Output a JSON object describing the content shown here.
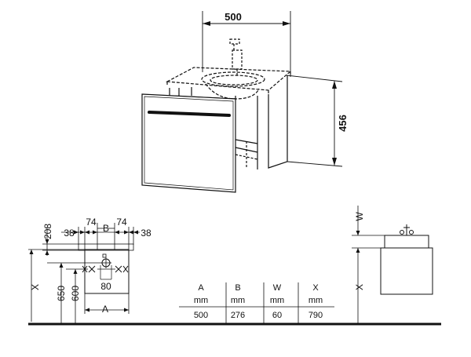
{
  "iso_view": {
    "width_label": "500",
    "height_label": "456"
  },
  "plan_view": {
    "label_208": "208",
    "label_38_left": "38",
    "label_74_left": "74",
    "label_B": "B",
    "label_74_right": "74",
    "label_38_right": "38",
    "label_X": "X",
    "label_650": "650",
    "label_600": "600",
    "label_80": "80",
    "label_A": "A"
  },
  "side_view": {
    "label_W": "W",
    "label_X": "X"
  },
  "dimension_table": {
    "headers": [
      "A",
      "B",
      "W",
      "X"
    ],
    "units": [
      "mm",
      "mm",
      "mm",
      "mm"
    ],
    "values": [
      "500",
      "276",
      "60",
      "790"
    ]
  }
}
